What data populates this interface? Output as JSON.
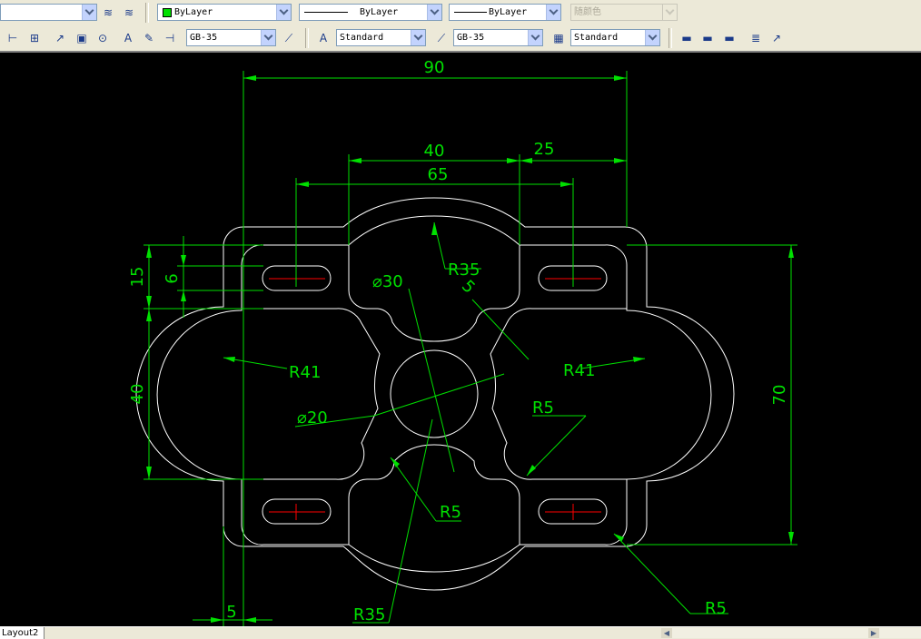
{
  "toolbar_row1": {
    "layer_combo": {
      "value": ""
    },
    "color_combo": {
      "value": "ByLayer"
    },
    "linetype_combo": {
      "value": "ByLayer"
    },
    "lineweight_combo": {
      "value": "ByLayer"
    },
    "plotstyle_combo": {
      "value": "随颜色"
    }
  },
  "toolbar_row2": {
    "dim_style_combo": {
      "value": "GB-35"
    },
    "text_style_combo": {
      "value": "Standard"
    },
    "dim_style_combo_2": {
      "value": "GB-35"
    },
    "table_style_combo": {
      "value": "Standard"
    }
  },
  "drawing": {
    "dimensions": {
      "overall_width": "90",
      "center_span": "40",
      "right_offset": "25",
      "slot_span": "65",
      "arc_radius_top": "R35",
      "fillet_top": "5",
      "slot_height": "15",
      "slot_width": "6",
      "left_height": "40",
      "left_radius": "R41",
      "right_radius": "R41",
      "hole_small": "⌀20",
      "hole_large": "⌀30",
      "fillet_right": "R5",
      "fillet_center": "R5",
      "right_height": "70",
      "arc_radius_bottom": "R35",
      "fillet_bottom_right": "R5",
      "bottom_offset": "5"
    },
    "colors": {
      "background": "#000000",
      "geometry": "#ffffff",
      "dimension": "#00e000",
      "centerline": "#ff0000"
    }
  },
  "statusbar": {
    "layout_tab": "Layout2"
  }
}
